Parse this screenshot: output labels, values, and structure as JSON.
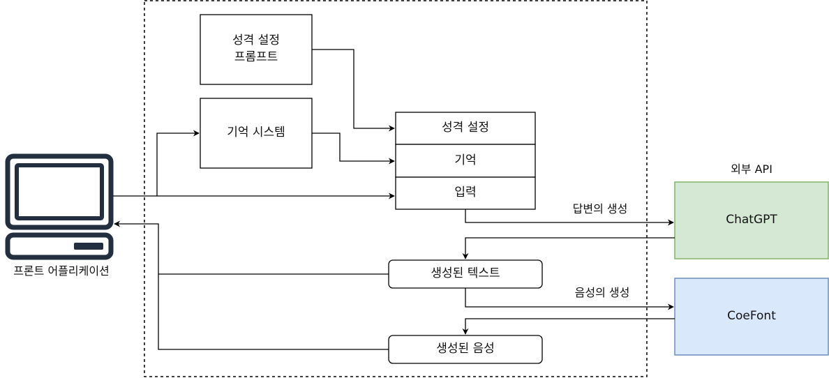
{
  "diagram": {
    "nodes": {
      "prompt": {
        "label": "성격 설정\n프롬프트"
      },
      "memory_system": {
        "label": "기억 시스템"
      },
      "stack_personality": {
        "label": "성격 설정"
      },
      "stack_memory": {
        "label": "기억"
      },
      "stack_input": {
        "label": "입력"
      },
      "generated_text": {
        "label": "생성된 텍스트"
      },
      "generated_voice": {
        "label": "생성된 음성"
      },
      "chatgpt": {
        "label": "ChatGPT"
      },
      "coefont": {
        "label": "CoeFont"
      },
      "frontend": {
        "label": "프론트 어플리케이션"
      }
    },
    "labels": {
      "external_api": "외부 API",
      "answer_generation": "답변의 생성",
      "voice_generation": "음성의 생성"
    },
    "colors": {
      "chatgpt_fill": "#d5e8d4",
      "chatgpt_stroke": "#82b366",
      "coefont_fill": "#dae8fc",
      "coefont_stroke": "#6c8ebf",
      "monitor": "#232f3e"
    },
    "icons": {
      "frontend": "desktop-computer-icon"
    }
  }
}
